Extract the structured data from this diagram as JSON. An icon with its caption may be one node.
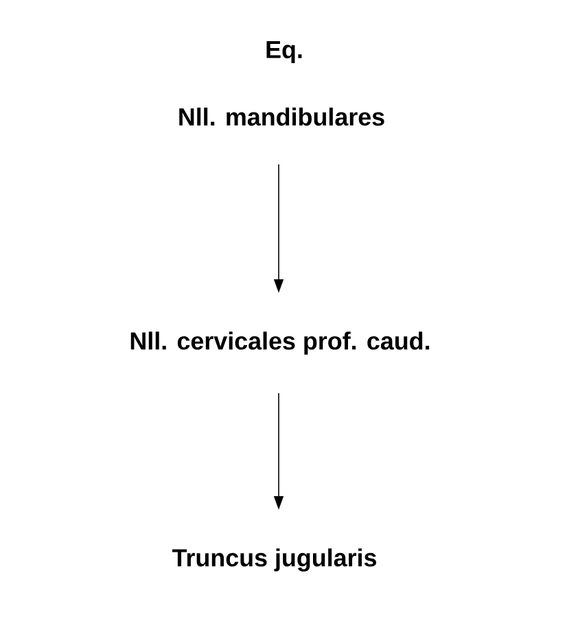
{
  "diagram": {
    "title": "Eq.",
    "nodes": [
      {
        "text": [
          "Nll. mandibulares"
        ]
      },
      {
        "text": [
          "Nll. cervicales prof. caud."
        ]
      },
      {
        "text": [
          "Truncus jugularis"
        ]
      }
    ],
    "edges": [
      {
        "from": 0,
        "to": 1,
        "arrow": "to"
      },
      {
        "from": 1,
        "to": 2,
        "arrow": "to"
      }
    ]
  }
}
